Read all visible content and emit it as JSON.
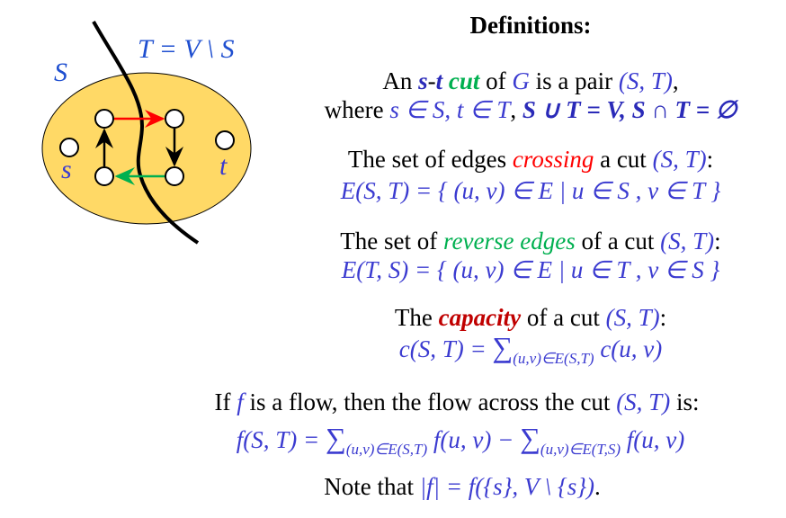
{
  "diagram": {
    "label_S": "S",
    "label_T": "T = V \\ S",
    "label_s": "s",
    "label_t": "t",
    "colors": {
      "region": "#ffd966",
      "crossing_edge": "#ff0000",
      "reverse_edge": "#00b050",
      "label": "#1f4fd0"
    }
  },
  "lines": [
    [
      {
        "t": "Definitions:",
        "c": "title"
      }
    ],
    [
      {
        "t": "An ",
        "c": "plain"
      },
      {
        "t": "s",
        "c": "bmath"
      },
      {
        "t": "-",
        "c": "plain"
      },
      {
        "t": "t",
        "c": "bmath"
      },
      {
        "t": " ",
        "c": "plain"
      },
      {
        "t": "cut",
        "c": "green"
      },
      {
        "t": " of ",
        "c": "plain"
      },
      {
        "t": "G",
        "c": "math"
      },
      {
        "t": " is a pair ",
        "c": "plain"
      },
      {
        "t": "(S, T)",
        "c": "math"
      },
      {
        "t": ",",
        "c": "plain"
      }
    ],
    [
      {
        "t": "where ",
        "c": "plain"
      },
      {
        "t": "s ∈ S, t ∈ T",
        "c": "math"
      },
      {
        "t": ", ",
        "c": "plain"
      },
      {
        "t": "S ∪ T = V, S ∩ T = ∅",
        "c": "bmath"
      }
    ],
    [
      {
        "t": "The set of edges ",
        "c": "plain"
      },
      {
        "t": "crossing",
        "c": "red"
      },
      {
        "t": " a cut ",
        "c": "plain"
      },
      {
        "t": "(S, T)",
        "c": "math"
      },
      {
        "t": ":",
        "c": "plain"
      }
    ],
    [
      {
        "t": "E(S, T) =  { (u, v) ∈ E | u ∈ S , v ∈ T }",
        "c": "math"
      }
    ],
    [
      {
        "t": "The set of ",
        "c": "plain"
      },
      {
        "t": "reverse edges",
        "c": "greenit"
      },
      {
        "t": " of a cut ",
        "c": "plain"
      },
      {
        "t": "(S, T)",
        "c": "math"
      },
      {
        "t": ":",
        "c": "plain"
      }
    ],
    [
      {
        "t": "E(T, S) =  { (u, v) ∈ E | u ∈ T , v ∈ S }",
        "c": "math"
      }
    ],
    [
      {
        "t": "The ",
        "c": "plain"
      },
      {
        "t": "capacity",
        "c": "darkred"
      },
      {
        "t": " of a cut ",
        "c": "plain"
      },
      {
        "t": "(S, T)",
        "c": "math"
      },
      {
        "t": ":",
        "c": "plain"
      }
    ],
    [
      {
        "t": "c(S, T) = ",
        "c": "math"
      },
      {
        "t": "∑",
        "c": "big"
      },
      {
        "t": "(u,v)∈E(S,T)",
        "c": "sub"
      },
      {
        "t": " c(u, v)",
        "c": "math"
      }
    ],
    [
      {
        "t": "If ",
        "c": "plain"
      },
      {
        "t": "f",
        "c": "math"
      },
      {
        "t": " is a flow, then the flow across the cut ",
        "c": "plain"
      },
      {
        "t": "(S, T)",
        "c": "math"
      },
      {
        "t": " is:",
        "c": "plain"
      }
    ],
    [
      {
        "t": "f(S, T) = ",
        "c": "math"
      },
      {
        "t": "∑",
        "c": "big"
      },
      {
        "t": "(u,v)∈E(S,T)",
        "c": "sub"
      },
      {
        "t": " f(u, v) − ",
        "c": "math"
      },
      {
        "t": "∑",
        "c": "big"
      },
      {
        "t": "(u,v)∈E(T,S)",
        "c": "sub"
      },
      {
        "t": " f(u, v)",
        "c": "math"
      }
    ],
    [
      {
        "t": "Note that ",
        "c": "plain"
      },
      {
        "t": "|f| = f({s}, V \\ {s})",
        "c": "math"
      },
      {
        "t": ".",
        "c": "plain"
      }
    ]
  ]
}
